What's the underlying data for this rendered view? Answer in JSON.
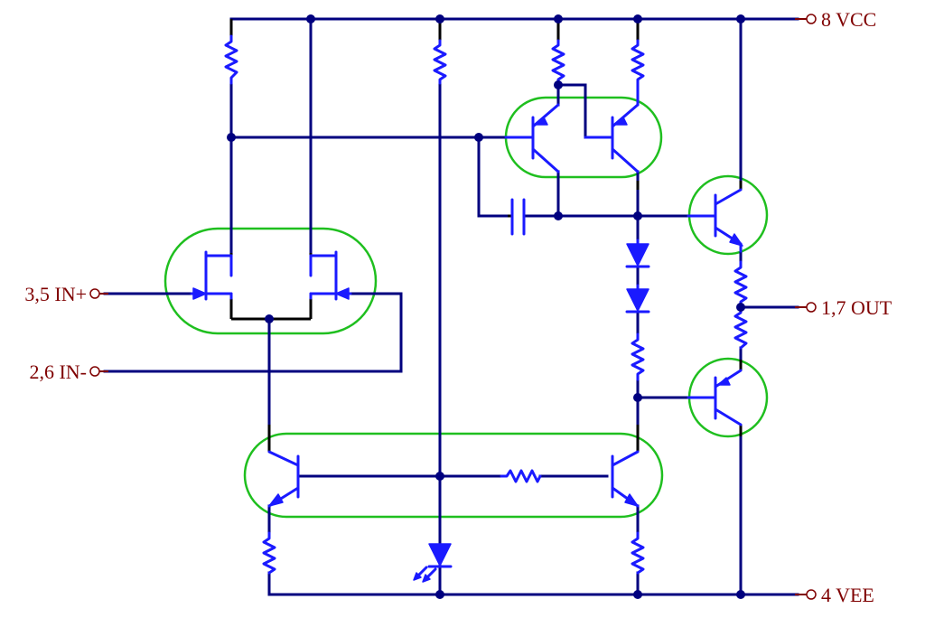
{
  "pins": {
    "vcc": "8 VCC",
    "in_plus": "3,5 IN+",
    "in_minus": "2,6 IN-",
    "out": "1,7 OUT",
    "vee": "4 VEE"
  }
}
